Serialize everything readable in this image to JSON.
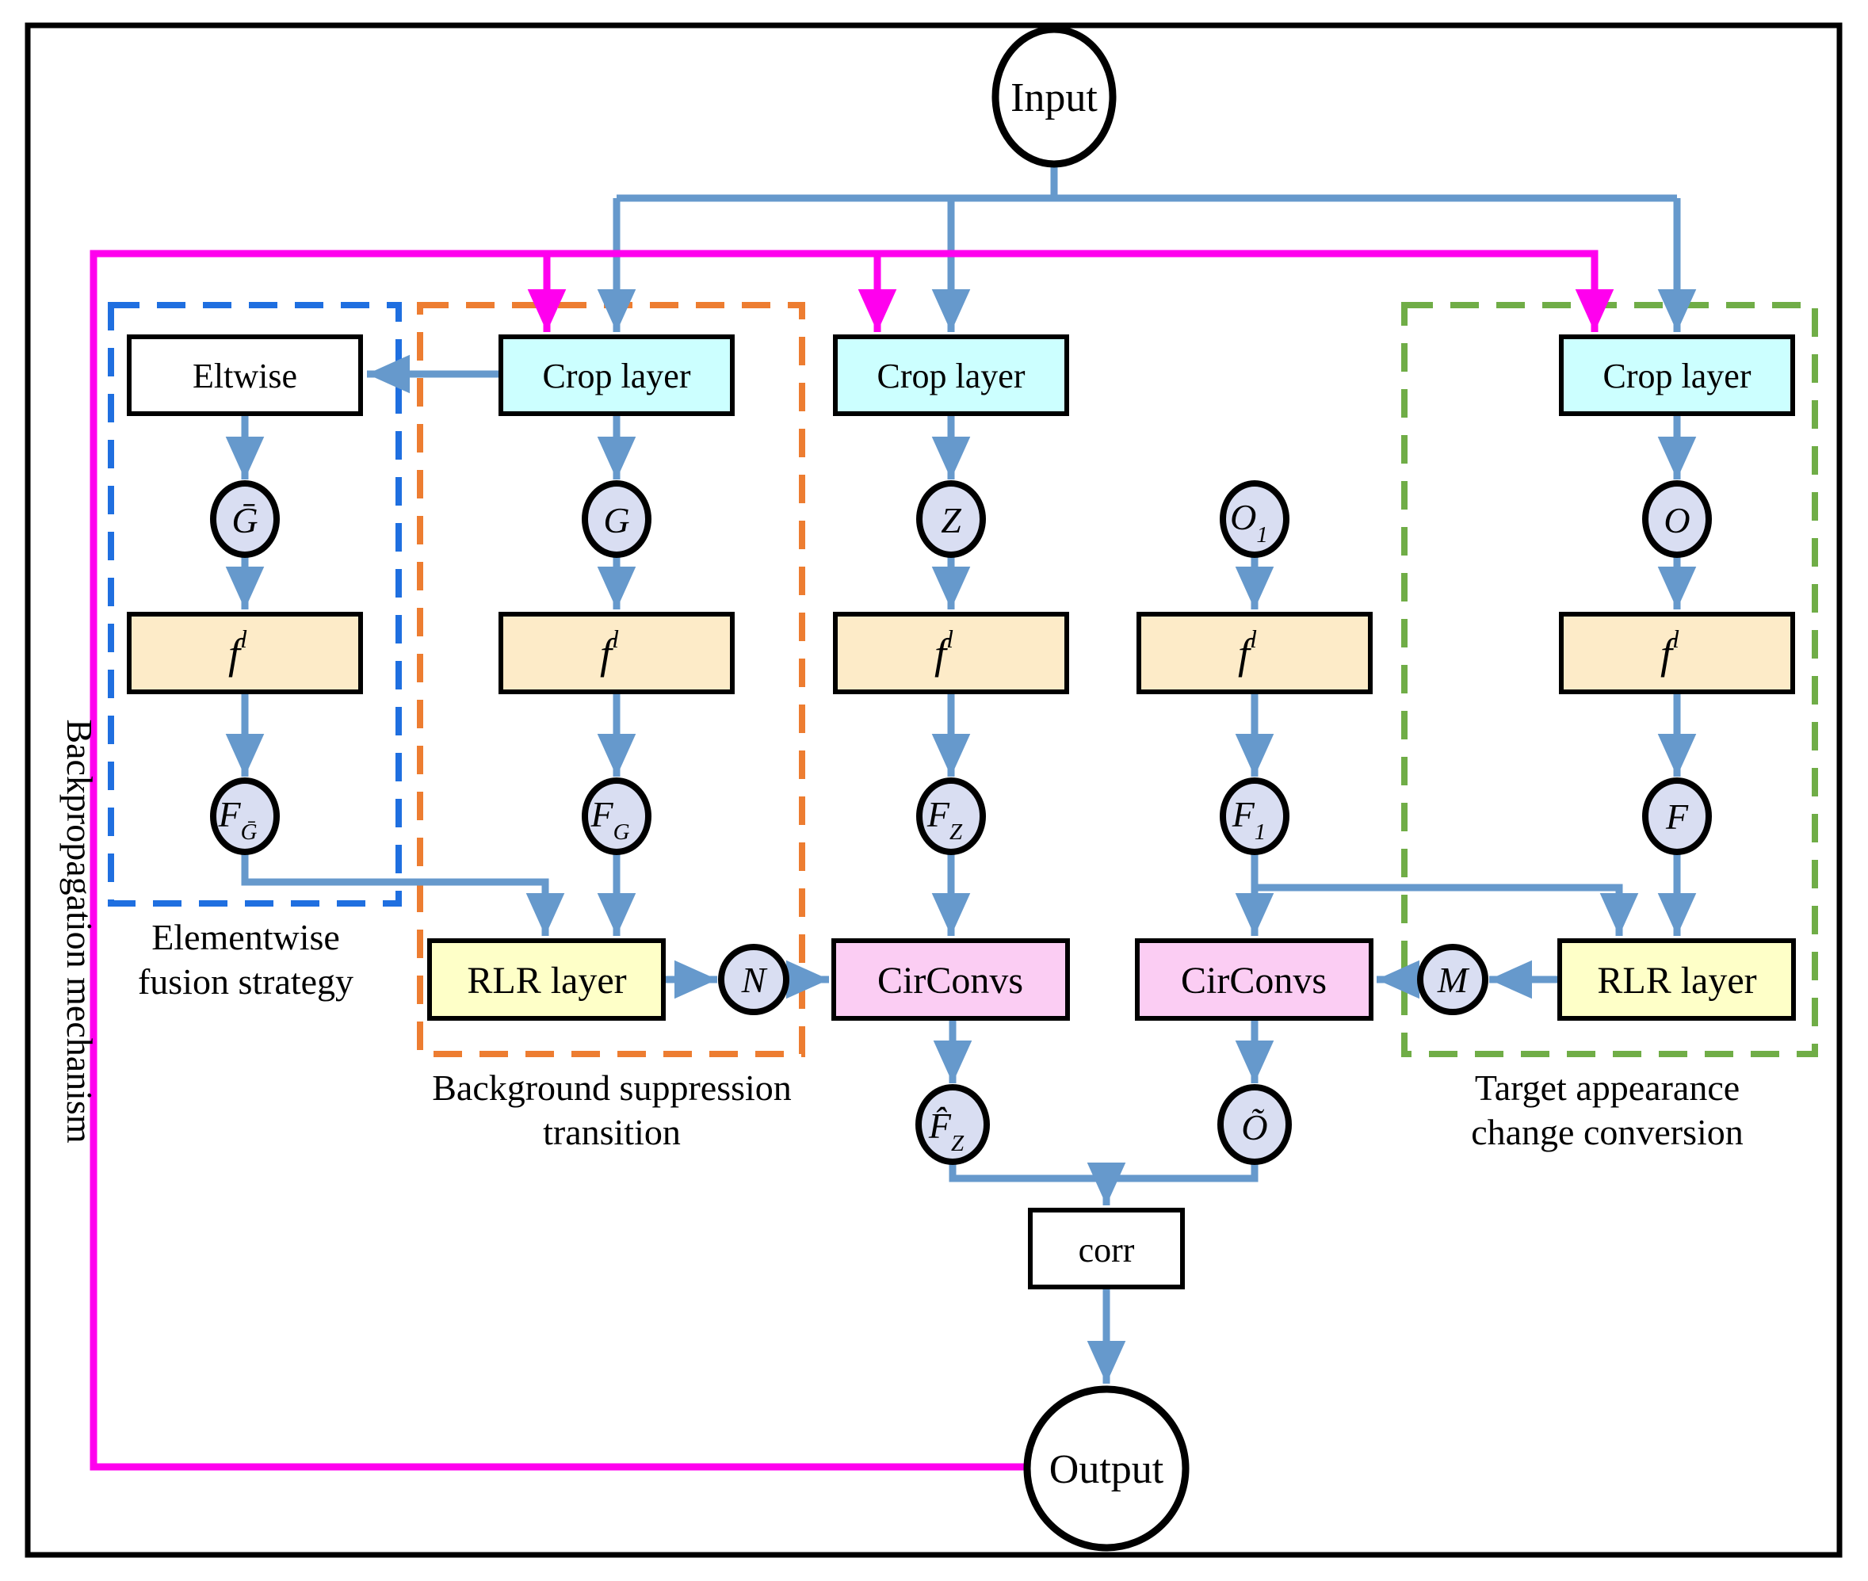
{
  "colors": {
    "blue": "#6699cc",
    "magenta": "#ff00ee",
    "dashblue": "#1f6fe0",
    "dashorange": "#ed7d31",
    "dashgreen": "#70ad47",
    "cyan": "#ccffff",
    "tan": "#fdebc8",
    "yellow": "#feffc8",
    "pink": "#fbcdf3",
    "lavender": "#d9def2"
  },
  "labels": {
    "input": "Input",
    "output": "Output",
    "corr": "corr",
    "eltwise": "Eltwise",
    "crop": "Crop layer",
    "rlr": "RLR layer",
    "circonvs": "CirConvs",
    "f_main": "f",
    "f_sup": "l"
  },
  "symbols": {
    "g_bar": "Ḡ",
    "g": "G",
    "z": "Z",
    "o1_main": "O",
    "o1_sub": "1",
    "o": "O",
    "F_main": "F",
    "f_gbar_sub": "Ḡ",
    "f_g_sub": "G",
    "f_z_sub": "Z",
    "f_1_sub": "1",
    "n": "N",
    "m": "M",
    "f_hat": "F̂",
    "f_hat_sub": "Z",
    "o_tilde": "Õ"
  },
  "captions": {
    "elementwise": [
      "Elementwise",
      "fusion strategy"
    ],
    "background": [
      "Background suppression",
      "transition"
    ],
    "target": [
      "Target appearance",
      "change conversion"
    ],
    "backprop": "Backpropagation mechanism"
  }
}
